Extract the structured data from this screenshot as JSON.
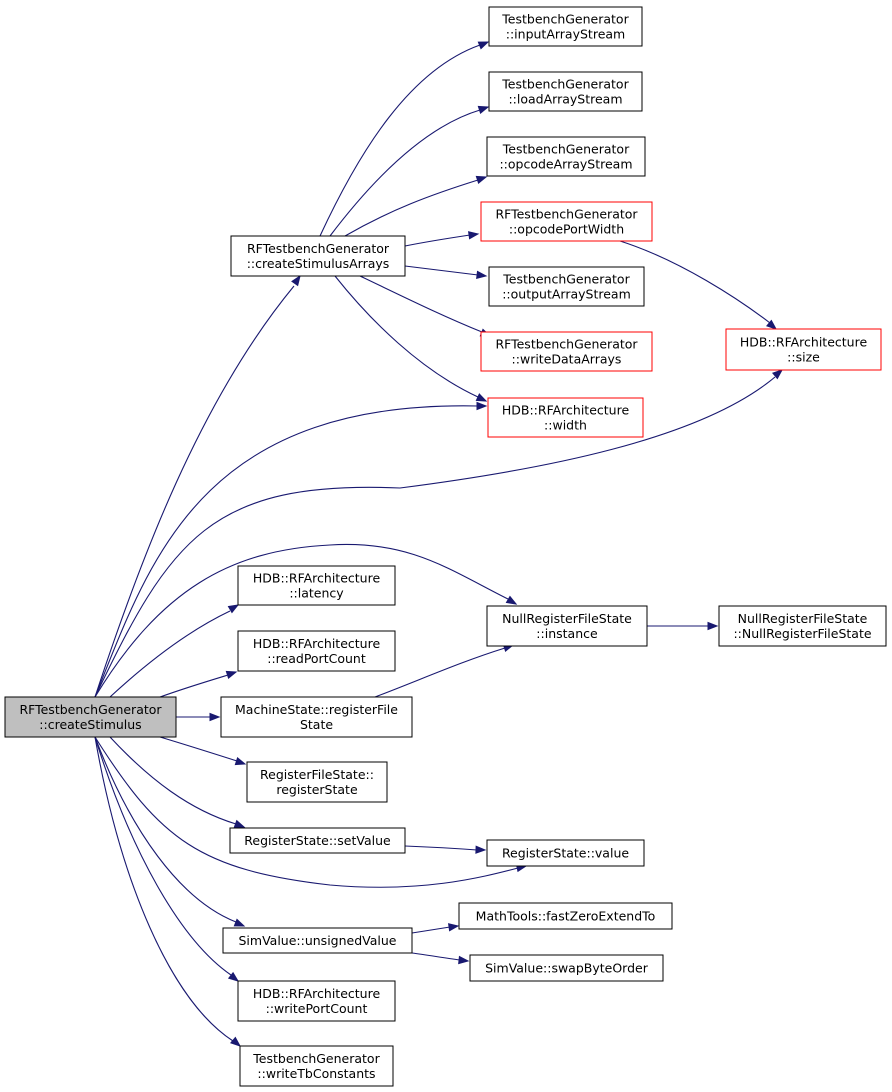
{
  "colors": {
    "edge": "#191970",
    "border_normal": "#000000",
    "border_truncated": "#ff0000",
    "fill_normal": "#ffffff",
    "fill_focus": "#bfbfbf"
  },
  "nodes": [
    {
      "id": "createStimulus",
      "lines": [
        "RFTestbenchGenerator",
        "::createStimulus"
      ],
      "style": "focus"
    },
    {
      "id": "createStimulusArrays",
      "lines": [
        "RFTestbenchGenerator",
        "::createStimulusArrays"
      ],
      "style": "normal"
    },
    {
      "id": "inputArrayStream",
      "lines": [
        "TestbenchGenerator",
        "::inputArrayStream"
      ],
      "style": "normal"
    },
    {
      "id": "loadArrayStream",
      "lines": [
        "TestbenchGenerator",
        "::loadArrayStream"
      ],
      "style": "normal"
    },
    {
      "id": "opcodeArrayStream",
      "lines": [
        "TestbenchGenerator",
        "::opcodeArrayStream"
      ],
      "style": "normal"
    },
    {
      "id": "opcodePortWidth",
      "lines": [
        "RFTestbenchGenerator",
        "::opcodePortWidth"
      ],
      "style": "truncated"
    },
    {
      "id": "outputArrayStream",
      "lines": [
        "TestbenchGenerator",
        "::outputArrayStream"
      ],
      "style": "normal"
    },
    {
      "id": "writeDataArrays",
      "lines": [
        "RFTestbenchGenerator",
        "::writeDataArrays"
      ],
      "style": "truncated"
    },
    {
      "id": "rfWidth",
      "lines": [
        "HDB::RFArchitecture",
        "::width"
      ],
      "style": "truncated"
    },
    {
      "id": "rfSize",
      "lines": [
        "HDB::RFArchitecture",
        "::size"
      ],
      "style": "truncated"
    },
    {
      "id": "latency",
      "lines": [
        "HDB::RFArchitecture",
        "::latency"
      ],
      "style": "normal"
    },
    {
      "id": "readPortCount",
      "lines": [
        "HDB::RFArchitecture",
        "::readPortCount"
      ],
      "style": "normal"
    },
    {
      "id": "registerFile",
      "lines": [
        "MachineState::registerFile",
        "State"
      ],
      "style": "normal"
    },
    {
      "id": "registerState",
      "lines": [
        "RegisterFileState::",
        "registerState"
      ],
      "style": "normal"
    },
    {
      "id": "setValue",
      "lines": [
        "RegisterState::setValue"
      ],
      "style": "normal"
    },
    {
      "id": "unsignedValue",
      "lines": [
        "SimValue::unsignedValue"
      ],
      "style": "normal"
    },
    {
      "id": "writePortCount",
      "lines": [
        "HDB::RFArchitecture",
        "::writePortCount"
      ],
      "style": "normal"
    },
    {
      "id": "writeTbConstants",
      "lines": [
        "TestbenchGenerator",
        "::writeTbConstants"
      ],
      "style": "normal"
    },
    {
      "id": "instance",
      "lines": [
        "NullRegisterFileState",
        "::instance"
      ],
      "style": "normal"
    },
    {
      "id": "nullCtor",
      "lines": [
        "NullRegisterFileState",
        "::NullRegisterFileState"
      ],
      "style": "normal"
    },
    {
      "id": "rsValue",
      "lines": [
        "RegisterState::value"
      ],
      "style": "normal"
    },
    {
      "id": "fastZeroExtendTo",
      "lines": [
        "MathTools::fastZeroExtendTo"
      ],
      "style": "normal"
    },
    {
      "id": "swapByteOrder",
      "lines": [
        "SimValue::swapByteOrder"
      ],
      "style": "normal"
    }
  ],
  "edges": [
    {
      "from": "createStimulus",
      "to": "createStimulusArrays"
    },
    {
      "from": "createStimulus",
      "to": "rfWidth"
    },
    {
      "from": "createStimulus",
      "to": "rfSize"
    },
    {
      "from": "createStimulus",
      "to": "instance"
    },
    {
      "from": "createStimulus",
      "to": "latency"
    },
    {
      "from": "createStimulus",
      "to": "readPortCount"
    },
    {
      "from": "createStimulus",
      "to": "registerFile"
    },
    {
      "from": "createStimulus",
      "to": "registerState"
    },
    {
      "from": "createStimulus",
      "to": "setValue"
    },
    {
      "from": "createStimulus",
      "to": "rsValue"
    },
    {
      "from": "createStimulus",
      "to": "unsignedValue"
    },
    {
      "from": "createStimulus",
      "to": "writePortCount"
    },
    {
      "from": "createStimulus",
      "to": "writeTbConstants"
    },
    {
      "from": "createStimulusArrays",
      "to": "inputArrayStream"
    },
    {
      "from": "createStimulusArrays",
      "to": "loadArrayStream"
    },
    {
      "from": "createStimulusArrays",
      "to": "opcodeArrayStream"
    },
    {
      "from": "createStimulusArrays",
      "to": "opcodePortWidth"
    },
    {
      "from": "createStimulusArrays",
      "to": "outputArrayStream"
    },
    {
      "from": "createStimulusArrays",
      "to": "writeDataArrays"
    },
    {
      "from": "createStimulusArrays",
      "to": "rfWidth"
    },
    {
      "from": "opcodePortWidth",
      "to": "rfSize"
    },
    {
      "from": "registerFile",
      "to": "instance"
    },
    {
      "from": "instance",
      "to": "nullCtor"
    },
    {
      "from": "setValue",
      "to": "rsValue"
    },
    {
      "from": "unsignedValue",
      "to": "fastZeroExtendTo"
    },
    {
      "from": "unsignedValue",
      "to": "swapByteOrder"
    }
  ]
}
